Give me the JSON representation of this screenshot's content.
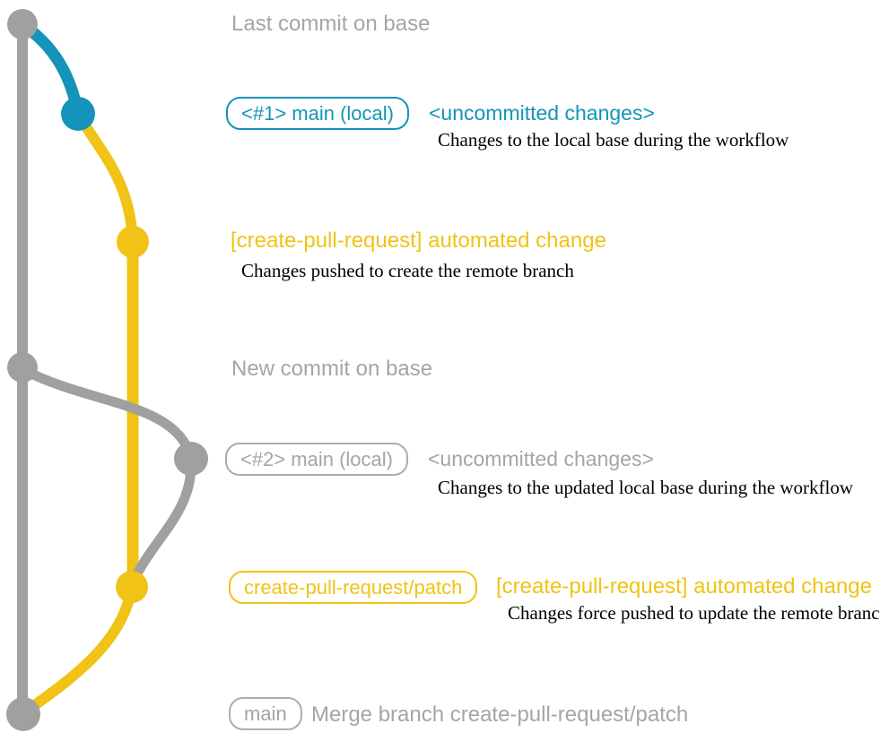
{
  "colors": {
    "gray": "#a0a0a0",
    "teal": "#1494ba",
    "yellow": "#f0c316",
    "black": "#000000"
  },
  "graph": {
    "commits": [
      {
        "name": "last-commit-on-base",
        "color": "gray"
      },
      {
        "name": "local-main-1",
        "color": "teal"
      },
      {
        "name": "automated-change-1",
        "color": "yellow"
      },
      {
        "name": "new-commit-on-base",
        "color": "gray"
      },
      {
        "name": "local-main-2",
        "color": "gray"
      },
      {
        "name": "automated-change-2",
        "color": "yellow"
      },
      {
        "name": "merge-commit",
        "color": "gray"
      }
    ]
  },
  "annotations": {
    "last_commit": {
      "heading": "Last commit on base"
    },
    "local_main_1": {
      "branch_label": "<#1> main (local)",
      "status": "<uncommitted changes>",
      "description": "Changes to the local base during the workflow"
    },
    "automated_change_1": {
      "commit_label": "[create-pull-request] automated change",
      "description": "Changes pushed to create the remote branch"
    },
    "new_commit": {
      "heading": "New commit on base"
    },
    "local_main_2": {
      "branch_label": "<#2> main (local)",
      "status": "<uncommitted changes>",
      "description": "Changes to the updated local base during the workflow"
    },
    "automated_change_2": {
      "branch_label": "create-pull-request/patch",
      "commit_label": "[create-pull-request] automated change",
      "description": "Changes force pushed to update the remote branch"
    },
    "merge": {
      "branch_label": "main",
      "commit_message": "Merge branch create-pull-request/patch"
    }
  }
}
